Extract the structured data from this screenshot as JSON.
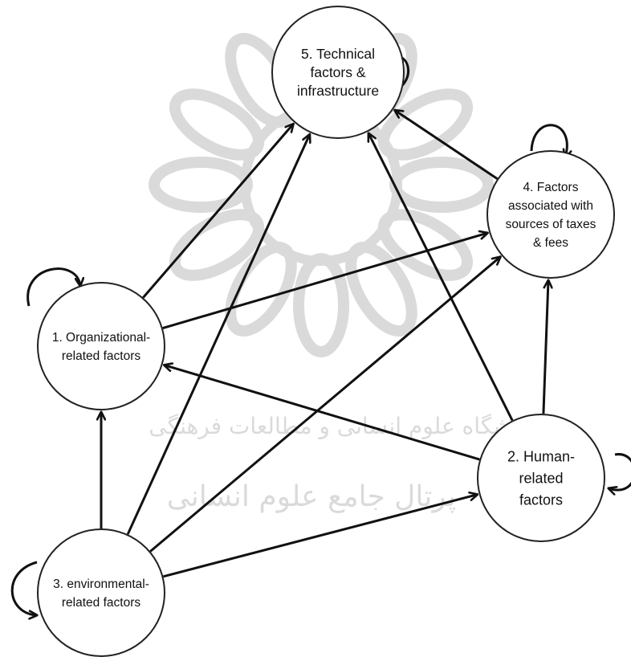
{
  "diagram": {
    "nodes": [
      {
        "id": "n1",
        "lines": [
          "1. Organizational-",
          "related  factors"
        ]
      },
      {
        "id": "n2",
        "lines": [
          "2. Human-",
          "related",
          "factors"
        ]
      },
      {
        "id": "n3",
        "lines": [
          "3. environmental-",
          "related factors"
        ]
      },
      {
        "id": "n4",
        "lines": [
          "4. Factors",
          "associated with",
          "sources of taxes",
          "& fees"
        ]
      },
      {
        "id": "n5",
        "lines": [
          "5. Technical",
          "factors &",
          "infrastructure"
        ]
      }
    ],
    "edges": [
      {
        "from": "n1",
        "to": "n5"
      },
      {
        "from": "n1",
        "to": "n4"
      },
      {
        "from": "n3",
        "to": "n1"
      },
      {
        "from": "n3",
        "to": "n5"
      },
      {
        "from": "n3",
        "to": "n4"
      },
      {
        "from": "n3",
        "to": "n2"
      },
      {
        "from": "n2",
        "to": "n1"
      },
      {
        "from": "n2",
        "to": "n5"
      },
      {
        "from": "n2",
        "to": "n4"
      },
      {
        "from": "n4",
        "to": "n5"
      }
    ],
    "self_loops": [
      "n1",
      "n2",
      "n3",
      "n4",
      "n5"
    ]
  },
  "watermark": {
    "lines": [
      "پژوهشگاه علوم انسانی و مطالعات فرهنگی",
      "پرتال جامع علوم انسانی"
    ]
  },
  "colors": {
    "stroke": "#111111",
    "watermark": "#d7d7d7",
    "background": "#ffffff"
  }
}
